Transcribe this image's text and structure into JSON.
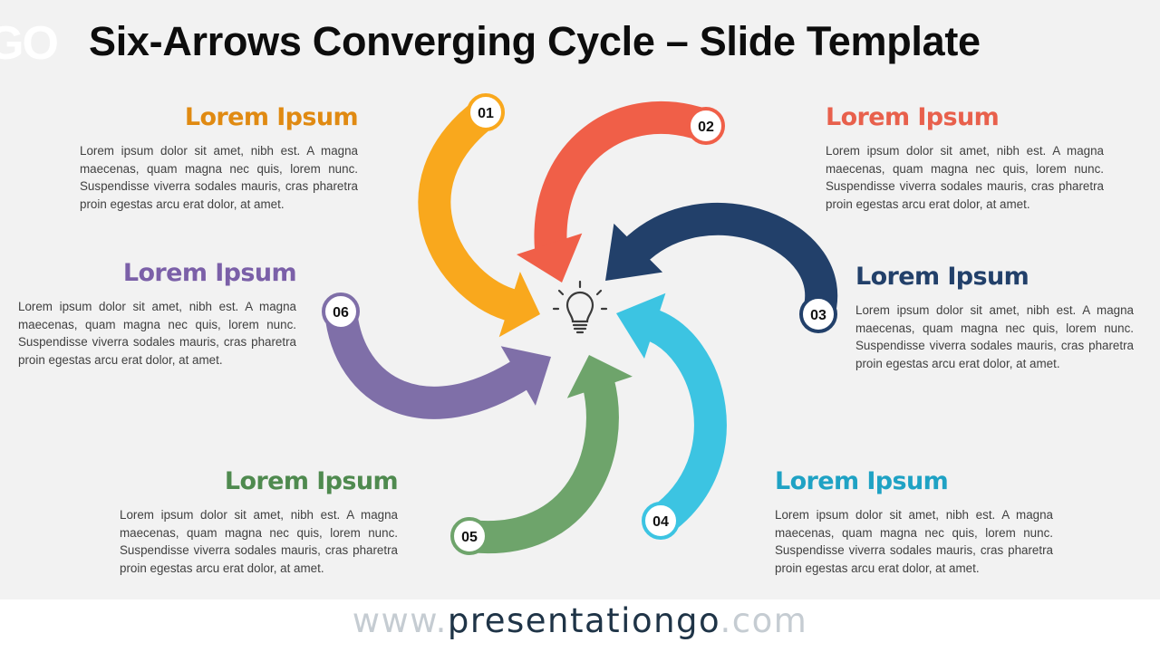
{
  "header": {
    "logo_text": "GO",
    "title": "Six-Arrows Converging Cycle – Slide Template"
  },
  "steps": [
    {
      "number": "01",
      "title": "Lorem Ipsum",
      "color": "#F9A81D",
      "text": "Lorem ipsum dolor sit amet, nibh est. A magna maecenas, quam magna nec quis, lorem nunc. Suspendisse viverra sodales mauris, cras pharetra proin egestas arcu erat dolor, at amet."
    },
    {
      "number": "02",
      "title": "Lorem Ipsum",
      "color": "#F05F48",
      "text": "Lorem ipsum dolor sit amet, nibh est. A magna maecenas, quam magna nec quis, lorem nunc. Suspendisse viverra sodales mauris, cras pharetra proin egestas arcu erat dolor, at amet."
    },
    {
      "number": "03",
      "title": "Lorem Ipsum",
      "color": "#22406A",
      "text": "Lorem ipsum dolor sit amet, nibh est. A magna maecenas, quam magna nec quis, lorem nunc. Suspendisse viverra sodales mauris, cras pharetra proin egestas arcu erat dolor, at amet."
    },
    {
      "number": "04",
      "title": "Lorem Ipsum",
      "color": "#3CC4E2",
      "text": "Lorem ipsum dolor sit amet, nibh est. A magna maecenas, quam magna nec quis, lorem nunc. Suspendisse viverra sodales mauris, cras pharetra proin egestas arcu erat dolor, at amet."
    },
    {
      "number": "05",
      "title": "Lorem Ipsum",
      "color": "#6EA46B",
      "text": "Lorem ipsum dolor sit amet, nibh est. A magna maecenas, quam magna nec quis, lorem nunc. Suspendisse viverra sodales mauris, cras pharetra proin egestas arcu erat dolor, at amet."
    },
    {
      "number": "06",
      "title": "Lorem Ipsum",
      "color": "#7F6FA8",
      "text": "Lorem ipsum dolor sit amet, nibh est. A magna maecenas, quam magna nec quis, lorem nunc. Suspendisse viverra sodales mauris, cras pharetra proin egestas arcu erat dolor, at amet."
    }
  ],
  "heading_colors": [
    "#E08A12",
    "#E8604C",
    "#22406A",
    "#1FA2C4",
    "#4F8A4F",
    "#7B60A8"
  ],
  "center_icon": "lightbulb-icon",
  "footer": {
    "url_prefix": "www.",
    "url_brand": "presentationgo",
    "url_suffix": ".com"
  }
}
